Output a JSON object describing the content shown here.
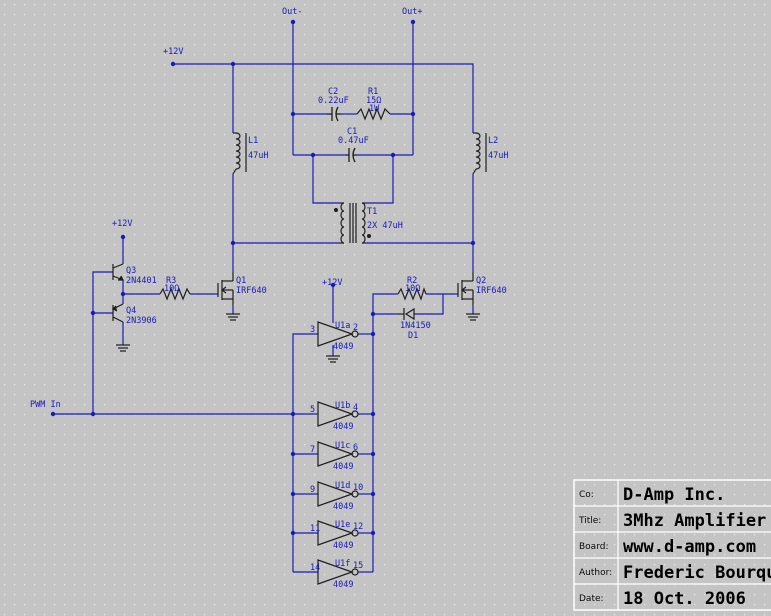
{
  "colors": {
    "background": "#c4c4c4",
    "grid_dot": "#e8e8e8",
    "wire": "#1a1ab8",
    "component": "#1e1e1e",
    "net_label": "#1a1ab8",
    "title_block_border": "#ffffff"
  },
  "nets": {
    "out_minus": "Out-",
    "out_plus": "Out+",
    "vcc_main": "+12V",
    "vcc_driver": "+12V",
    "vcc_inverter": "+12V",
    "pwm_in": "PWM In"
  },
  "components": {
    "C2": {
      "ref": "C2",
      "value": "0.22uF"
    },
    "R1": {
      "ref": "R1",
      "value": "15Ω",
      "power": "1W"
    },
    "C1": {
      "ref": "C1",
      "value": "0.47uF"
    },
    "L1": {
      "ref": "L1",
      "value": "47uH"
    },
    "L2": {
      "ref": "L2",
      "value": "47uH"
    },
    "T1": {
      "ref": "T1",
      "value": "2X 47uH"
    },
    "Q1": {
      "ref": "Q1",
      "value": "IRF640"
    },
    "Q2": {
      "ref": "Q2",
      "value": "IRF640"
    },
    "Q3": {
      "ref": "Q3",
      "value": "2N4401"
    },
    "Q4": {
      "ref": "Q4",
      "value": "2N3906"
    },
    "R3": {
      "ref": "R3",
      "value": "10Ω"
    },
    "R2": {
      "ref": "R2",
      "value": "10Ω"
    },
    "D1": {
      "ref": "D1",
      "value": "1N4150"
    }
  },
  "inverters": [
    {
      "ref": "U1a",
      "part": "4049",
      "in_pin": "3",
      "out_pin": "2"
    },
    {
      "ref": "U1b",
      "part": "4049",
      "in_pin": "5",
      "out_pin": "4"
    },
    {
      "ref": "U1c",
      "part": "4049",
      "in_pin": "7",
      "out_pin": "6"
    },
    {
      "ref": "U1d",
      "part": "4049",
      "in_pin": "9",
      "out_pin": "10"
    },
    {
      "ref": "U1e",
      "part": "4049",
      "in_pin": "11",
      "out_pin": "12"
    },
    {
      "ref": "U1f",
      "part": "4049",
      "in_pin": "14",
      "out_pin": "15"
    }
  ],
  "title_block": {
    "company_key": "Co:",
    "company": "D-Amp Inc.",
    "title_key": "Title:",
    "title": "3Mhz Amplifier",
    "board_key": "Board:",
    "board": "www.d-amp.com",
    "author_key": "Author:",
    "author": "Frederic Bourque",
    "date_key": "Date:",
    "date": "18 Oct. 2006"
  }
}
